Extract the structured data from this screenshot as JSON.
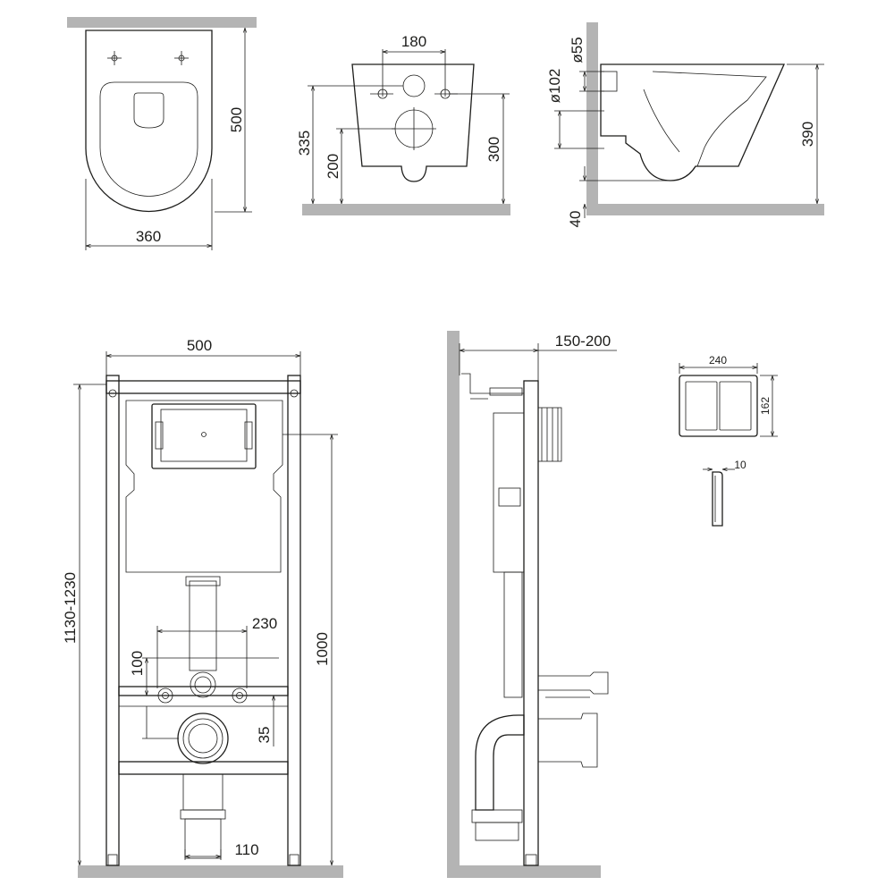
{
  "views": {
    "top_view": {
      "width": "360",
      "depth": "500"
    },
    "front_view": {
      "hole_spacing": "180",
      "height_upper": "335",
      "height_lower": "200",
      "height_right": "300"
    },
    "side_view": {
      "pipe_small": "ø55",
      "pipe_large": "ø102",
      "height": "390",
      "gap": "40"
    },
    "frame_front": {
      "width": "500",
      "height_range": "1130-1230",
      "height_total": "1000",
      "connection_spacing": "230",
      "connection_height": "100",
      "drain_offset": "35",
      "leg_width": "110"
    },
    "frame_side": {
      "wall_depth": "150-200"
    },
    "flush_plate": {
      "width": "240",
      "height": "162",
      "thickness": "10"
    }
  }
}
